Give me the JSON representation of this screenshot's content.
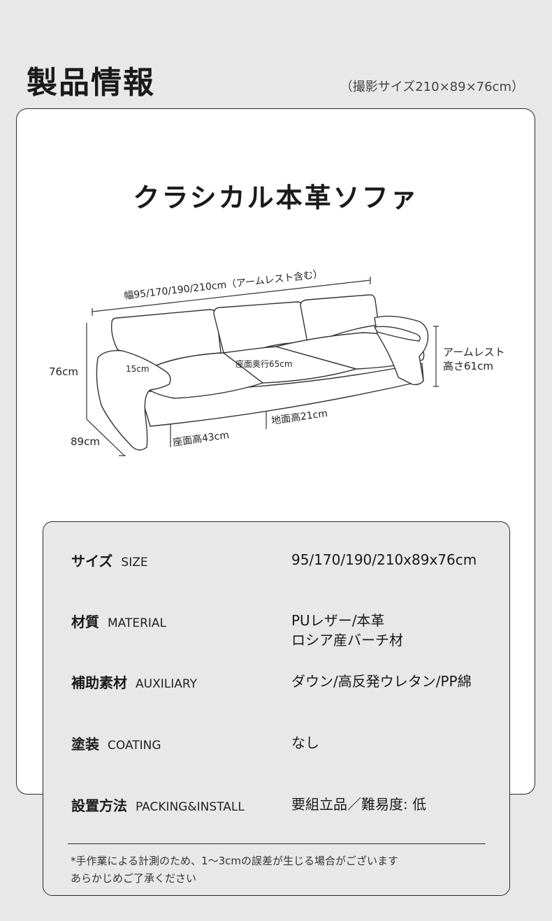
{
  "header": {
    "title": "製品情報",
    "photo_size_note": "（撮影サイズ210×89×76cm）"
  },
  "product": {
    "name": "クラシカル本革ソファ"
  },
  "diagram": {
    "width_label": "幅95/170/190/210cm（アームレスト含む）",
    "height_label": "76cm",
    "depth_label": "89cm",
    "armrest_height_line1": "アームレスト",
    "armrest_height_line2": "高さ61cm",
    "armrest_width_label": "15cm",
    "seat_depth_label": "座面奥行65cm",
    "seat_height_label": "座面高43cm",
    "ground_clearance_label": "地面高21cm"
  },
  "specs": [
    {
      "label": "サイズ",
      "label_en": "SIZE",
      "value_lines": [
        "95/170/190/210x89x76cm"
      ]
    },
    {
      "label": "材質",
      "label_en": "MATERIAL",
      "value_lines": [
        "PUレザー/本革",
        "ロシア産バーチ材"
      ]
    },
    {
      "label": "補助素材",
      "label_en": "AUXILIARY",
      "value_lines": [
        "ダウン/高反発ウレタン/PP綿"
      ]
    },
    {
      "label": "塗装",
      "label_en": "COATING",
      "value_lines": [
        "なし"
      ]
    },
    {
      "label": "設置方法",
      "label_en": "PACKING&INSTALL",
      "value_lines": [
        "要組立品／難易度: 低"
      ]
    }
  ],
  "note": {
    "line1": "*手作業による計測のため、1〜3cmの誤差が生じる場合がございます",
    "line2": "あらかじめご了承ください"
  }
}
